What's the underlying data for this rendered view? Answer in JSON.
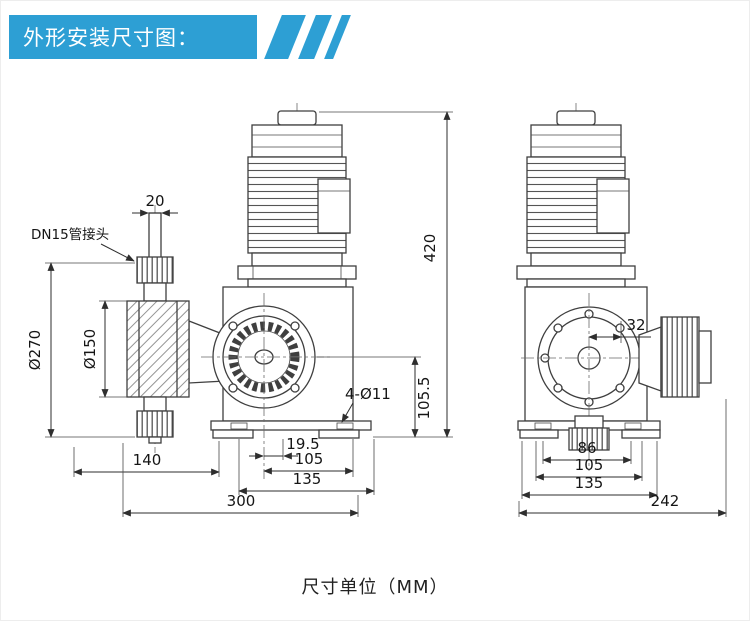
{
  "header": {
    "title": "外形安装尺寸图：",
    "accent_color": "#2d9fd4"
  },
  "footer": {
    "unit_label": "尺寸单位（MM）"
  },
  "labels": {
    "pipe_joint": "DN15管接头",
    "pipe_offset": "20",
    "overall_height": "420",
    "outer_diameter": "Ø270",
    "diaphragm_diameter": "Ø150",
    "mounting_holes": "4-Ø11",
    "center_to_base": "105.5",
    "foot_hole_offset": "19.5",
    "head_to_center": "140",
    "front_hole_span": "105",
    "front_foot_span": "135",
    "front_overall_width": "300",
    "side_top_width": "32",
    "side_hole_span_inner": "86",
    "side_hole_span": "105",
    "side_foot_span": "135",
    "side_overall_width": "242"
  }
}
